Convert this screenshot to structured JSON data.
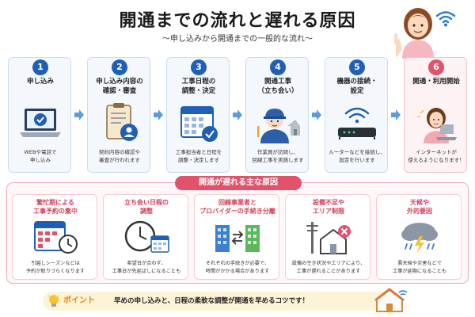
{
  "header": {
    "title": "開通までの流れと遅れる原因",
    "subtitle": "〜申し込みから開通までの一般的な流れ〜"
  },
  "steps": [
    {
      "num": "1",
      "title": "申し込み",
      "desc": "WEBや電話で\n申し込み",
      "icon": "laptop-check-icon"
    },
    {
      "num": "2",
      "title": "申し込み内容の\n確認・審査",
      "desc": "契約内容の確認や\n審査が行われます",
      "icon": "clipboard-user-icon"
    },
    {
      "num": "3",
      "title": "工事日程の\n調整・決定",
      "desc": "工事担当者と日程を\n調整・決定します",
      "icon": "calendar-check-icon"
    },
    {
      "num": "4",
      "title": "開通工事\n（立ち会い）",
      "desc": "作業員が訪問し、\n回線工事を実施します",
      "icon": "worker-icon"
    },
    {
      "num": "5",
      "title": "機器の接続・\n設定",
      "desc": "ルーターなどを接続し、\n設定を行います",
      "icon": "router-icon"
    },
    {
      "num": "6",
      "title": "開通・利用開始",
      "desc": "インターネットが\n使えるようになります！",
      "icon": "woman-laptop-icon"
    }
  ],
  "reasons_section": {
    "heading": "開通が遅れる主な原因",
    "items": [
      {
        "title": "繁忙期による\n工事予約の集中",
        "desc": "引越しシーズンなどは\n予約が取りづらくなります",
        "icon": "calendar-clock-icon"
      },
      {
        "title": "立ち会い日程の\n調整",
        "desc": "希望日が合わず、\n工事日が先延ばしになることも",
        "icon": "clock-calendar-icon"
      },
      {
        "title": "回線事業者と\nプロバイダーの手続き分離",
        "desc": "それぞれの手続きが必要で、\n時間がかかる場合があります",
        "icon": "buildings-arrows-icon"
      },
      {
        "title": "設備不足や\nエリア制限",
        "desc": "設備の空き状況やエリアにより、\n工事が遅れることがあります",
        "icon": "pole-house-x-icon"
      },
      {
        "title": "天候や\n外的要因",
        "desc": "悪天候や災害などで\n工事が延期になることも",
        "icon": "storm-cloud-icon"
      }
    ]
  },
  "point": {
    "label": "ポイント",
    "text": "早めの申し込みと、日程の柔軟な調整が開通を早めるコツです！",
    "icon": "lightbulb-icon"
  },
  "colors": {
    "primary_blue": "#1f5fb5",
    "accent_pink": "#e2526a",
    "arrow_blue": "#5b9be0",
    "point_bg": "#fdf3d6",
    "point_label": "#e08a12"
  }
}
